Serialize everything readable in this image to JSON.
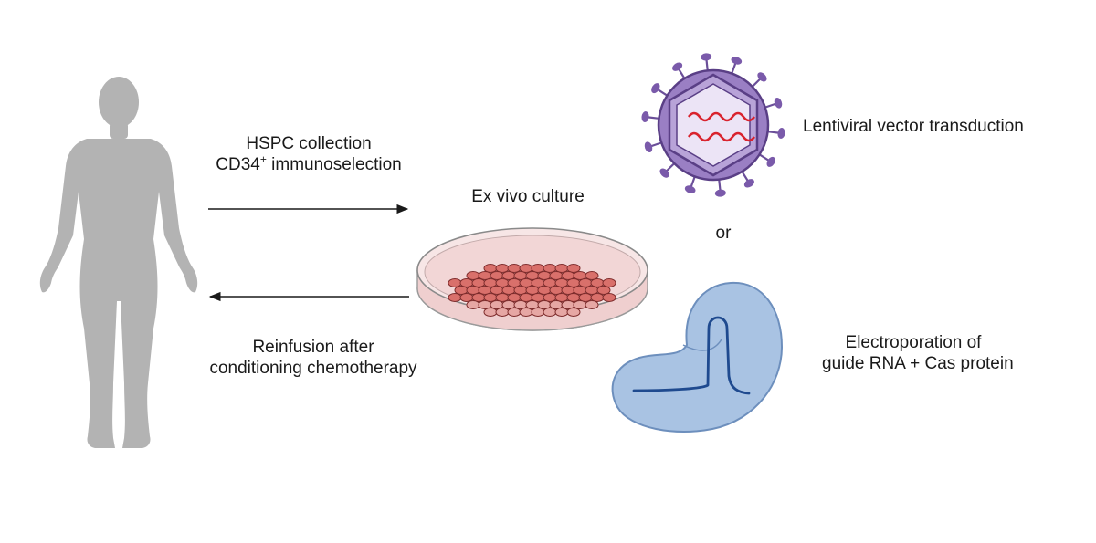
{
  "steps": {
    "collection": {
      "line1": "HSPC collection",
      "line2_prefix": "CD34",
      "line2_sup": "+",
      "line2_suffix": " immunoselection"
    },
    "reinfusion": {
      "line1": "Reinfusion after",
      "line2": "conditioning chemotherapy"
    },
    "culture": "Ex vivo culture",
    "or": "or",
    "lentiviral": "Lentiviral vector transduction",
    "electroporation": {
      "line1": "Electroporation of",
      "line2": "guide RNA + Cas protein"
    }
  },
  "colors": {
    "human_silhouette": "#b3b3b3",
    "arrow": "#1a1a1a",
    "dish_rim": "#d9d4d5",
    "dish_medium": "#f2d6d6",
    "cells_fill": "#d9706b",
    "cells_outline": "#7d2b2b",
    "virus_body": "#9a7fc4",
    "virus_outline": "#5a3f86",
    "virus_spikes": "#6b4f99",
    "rna_wave": "#d9232e",
    "rnp_fill": "#a9c3e3",
    "rnp_outline": "#6d8fbd",
    "guide_rna": "#1f4a8f"
  }
}
